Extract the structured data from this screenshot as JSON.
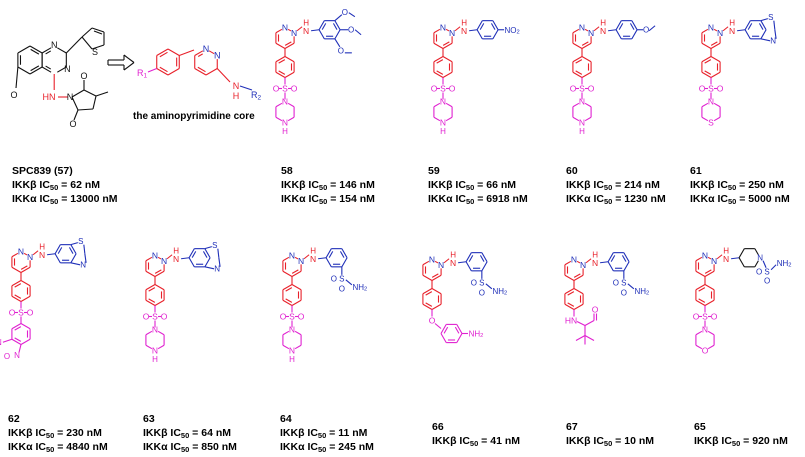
{
  "colors": {
    "red": "#e8202a",
    "blue": "#1f2fb8",
    "magenta": "#e020d0",
    "black": "#111111"
  },
  "core": {
    "title": "the aminopyrimidine core",
    "r1": "R1",
    "r2": "R2",
    "nh": "N",
    "h": "H"
  },
  "atoms": {
    "n": "N",
    "nh": "NH",
    "hn": "HN",
    "h": "H",
    "o": "O",
    "s": "S",
    "nh2": "NH2",
    "ome": "O",
    "no2": "NO2"
  },
  "compounds": [
    {
      "id": "spc839",
      "name": "SPC839 (57)",
      "ikkb": "62 nM",
      "ikka": "13000 nM"
    },
    {
      "id": "c58",
      "name": "58",
      "ikkb": "146 nM",
      "ikka": "154 nM"
    },
    {
      "id": "c59",
      "name": "59",
      "ikkb": "66 nM",
      "ikka": "6918 nM"
    },
    {
      "id": "c60",
      "name": "60",
      "ikkb": "214 nM",
      "ikka": "1230 nM"
    },
    {
      "id": "c61",
      "name": "61",
      "ikkb": "250 nM",
      "ikka": "5000 nM"
    },
    {
      "id": "c62",
      "name": "62",
      "ikkb": "230 nM",
      "ikka": "4840 nM"
    },
    {
      "id": "c63",
      "name": "63",
      "ikkb": "64 nM",
      "ikka": "850 nM"
    },
    {
      "id": "c64",
      "name": "64",
      "ikkb": "11 nM",
      "ikka": "245 nM"
    },
    {
      "id": "c66",
      "name": "66",
      "ikkb": "41 nM"
    },
    {
      "id": "c67",
      "name": "67",
      "ikkb": "10 nM"
    },
    {
      "id": "c65",
      "name": "65",
      "ikkb": "920 nM"
    }
  ],
  "labels": {
    "ikkb_prefix": "IKKβ IC",
    "ikka_prefix": "IKKα IC",
    "sub": "50",
    "eq": " = "
  }
}
